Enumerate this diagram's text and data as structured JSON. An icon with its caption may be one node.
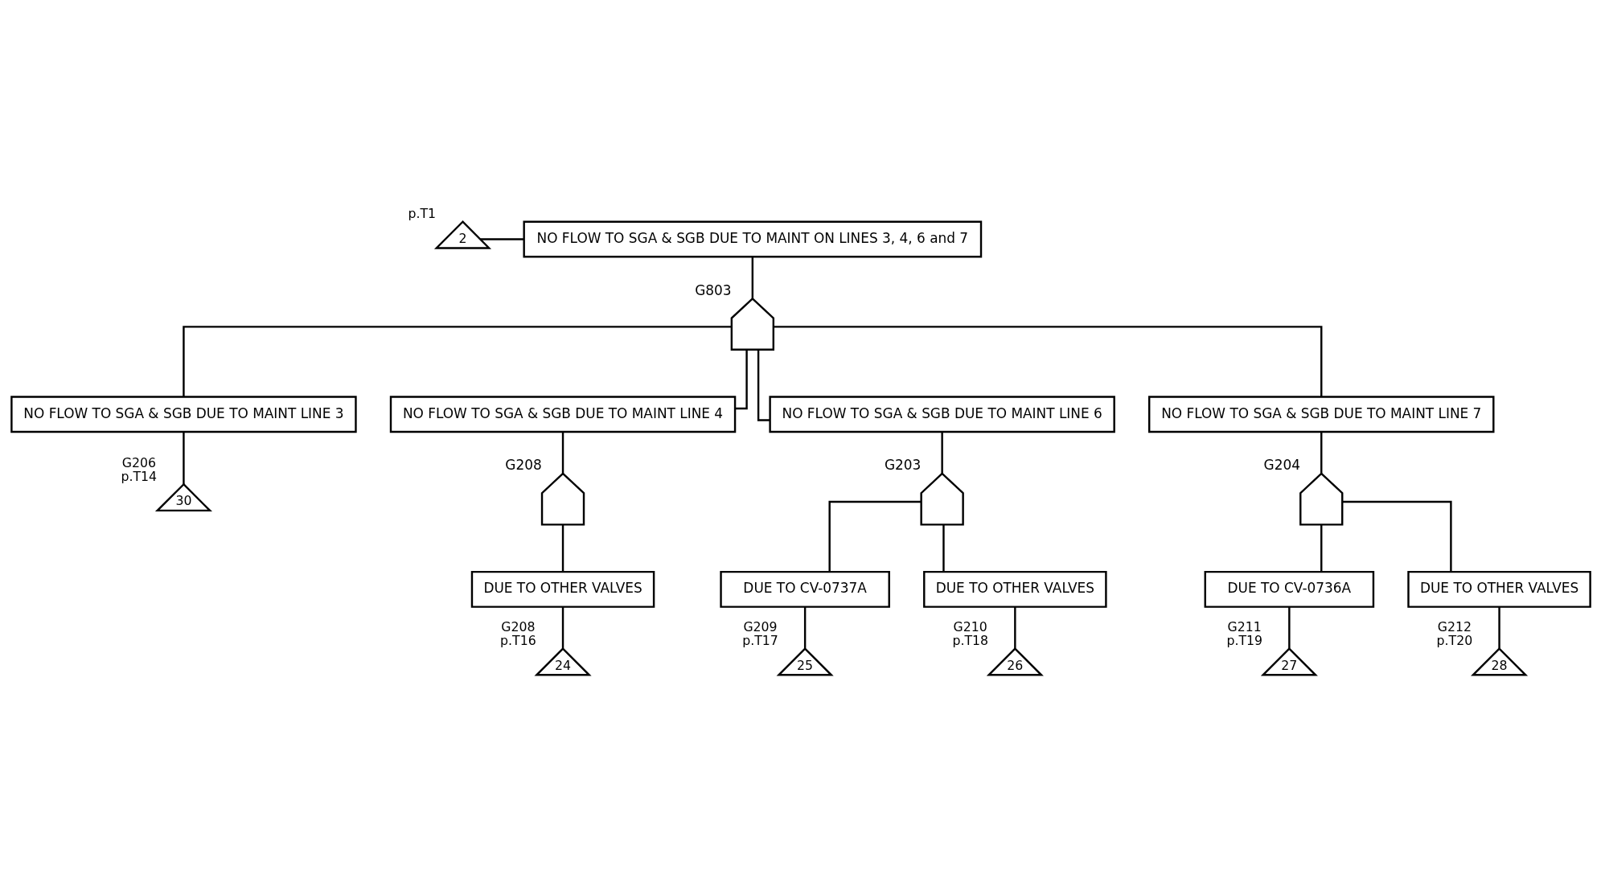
{
  "diagram": {
    "nodes": [
      {
        "text": [
          "NO FLOW TO SGA & SGB DUE TO MAINT ON LINES 3, 4, 6 and 7"
        ]
      },
      {
        "text": [
          "2"
        ],
        "beside": [
          "p.T1"
        ]
      },
      {
        "text": [],
        "shape": "gate",
        "beside": [
          "G803"
        ]
      },
      {
        "text": [
          "NO FLOW TO SGA & SGB DUE TO MAINT LINE 3"
        ]
      },
      {
        "text": [
          "NO FLOW TO SGA & SGB DUE TO MAINT LINE 4"
        ]
      },
      {
        "text": [
          "NO FLOW TO SGA & SGB DUE TO MAINT LINE 6"
        ]
      },
      {
        "text": [
          "NO FLOW TO SGA & SGB DUE TO MAINT LINE 7"
        ]
      },
      {
        "text": [
          "30"
        ],
        "beside": [
          "G206",
          "p.T14"
        ]
      },
      {
        "text": [],
        "shape": "gate",
        "beside": [
          "G208"
        ]
      },
      {
        "text": [],
        "shape": "gate",
        "beside": [
          "G203"
        ]
      },
      {
        "text": [],
        "shape": "gate",
        "beside": [
          "G204"
        ]
      },
      {
        "text": [
          "DUE TO OTHER VALVES"
        ]
      },
      {
        "text": [
          "DUE TO CV-0737A"
        ]
      },
      {
        "text": [
          "DUE TO OTHER VALVES"
        ]
      },
      {
        "text": [
          "DUE TO CV-0736A"
        ]
      },
      {
        "text": [
          "DUE TO OTHER VALVES"
        ]
      },
      {
        "text": [
          "24"
        ],
        "beside": [
          "G208",
          "p.T16"
        ]
      },
      {
        "text": [
          "25"
        ],
        "beside": [
          "G209",
          "p.T17"
        ]
      },
      {
        "text": [
          "26"
        ],
        "beside": [
          "G210",
          "p.T18"
        ]
      },
      {
        "text": [
          "27"
        ],
        "beside": [
          "G211",
          "p.T19"
        ]
      },
      {
        "text": [
          "28"
        ],
        "beside": [
          "G212",
          "p.T20"
        ]
      }
    ],
    "edges": [
      {
        "from": 1,
        "to": 0,
        "arrow": "none"
      },
      {
        "from": 0,
        "to": 2,
        "arrow": "none"
      },
      {
        "from": 2,
        "to": 3,
        "arrow": "none"
      },
      {
        "from": 2,
        "to": 4,
        "arrow": "none"
      },
      {
        "from": 2,
        "to": 5,
        "arrow": "none"
      },
      {
        "from": 2,
        "to": 6,
        "arrow": "none"
      },
      {
        "from": 3,
        "to": 7,
        "arrow": "none"
      },
      {
        "from": 4,
        "to": 8,
        "arrow": "none"
      },
      {
        "from": 8,
        "to": 11,
        "arrow": "none"
      },
      {
        "from": 5,
        "to": 9,
        "arrow": "none"
      },
      {
        "from": 9,
        "to": 12,
        "arrow": "none"
      },
      {
        "from": 9,
        "to": 13,
        "arrow": "none"
      },
      {
        "from": 6,
        "to": 10,
        "arrow": "none"
      },
      {
        "from": 10,
        "to": 14,
        "arrow": "none"
      },
      {
        "from": 10,
        "to": 15,
        "arrow": "none"
      },
      {
        "from": 11,
        "to": 16,
        "arrow": "none"
      },
      {
        "from": 12,
        "to": 17,
        "arrow": "none"
      },
      {
        "from": 13,
        "to": 18,
        "arrow": "none"
      },
      {
        "from": 14,
        "to": 19,
        "arrow": "none"
      },
      {
        "from": 15,
        "to": 20,
        "arrow": "none"
      }
    ]
  }
}
